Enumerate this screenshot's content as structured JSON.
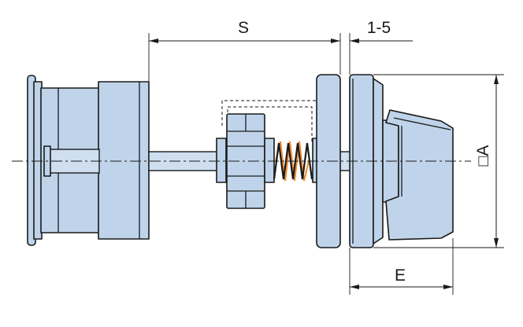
{
  "drawing": {
    "dimensions": {
      "s_label": "S",
      "gap_label": "1-5",
      "a_label": "□A",
      "e_label": "E"
    }
  }
}
